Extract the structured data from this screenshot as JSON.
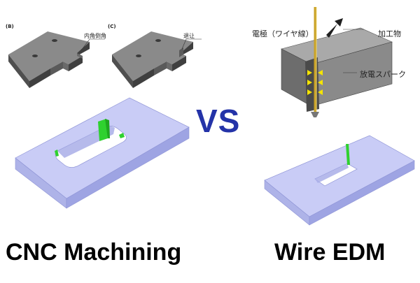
{
  "left_panel": {
    "caption": "CNC Machining",
    "figure_b": {
      "tag": "(B)",
      "note": "内角倒角"
    },
    "figure_c": {
      "tag": "(C)",
      "note": "退让"
    }
  },
  "separator": {
    "text": "VS"
  },
  "right_panel": {
    "caption": "Wire EDM",
    "labels": {
      "electrode": "電極（ワイヤ線）",
      "workpiece": "加工物",
      "spark": "放電スパーク"
    }
  },
  "colors": {
    "plate_top": "#c9ccf6",
    "plate_side": "#9ea4e3",
    "highlight_green": "#2fd12f",
    "vs_blue": "#2433a8",
    "block_grey": "#7f7f7f"
  }
}
